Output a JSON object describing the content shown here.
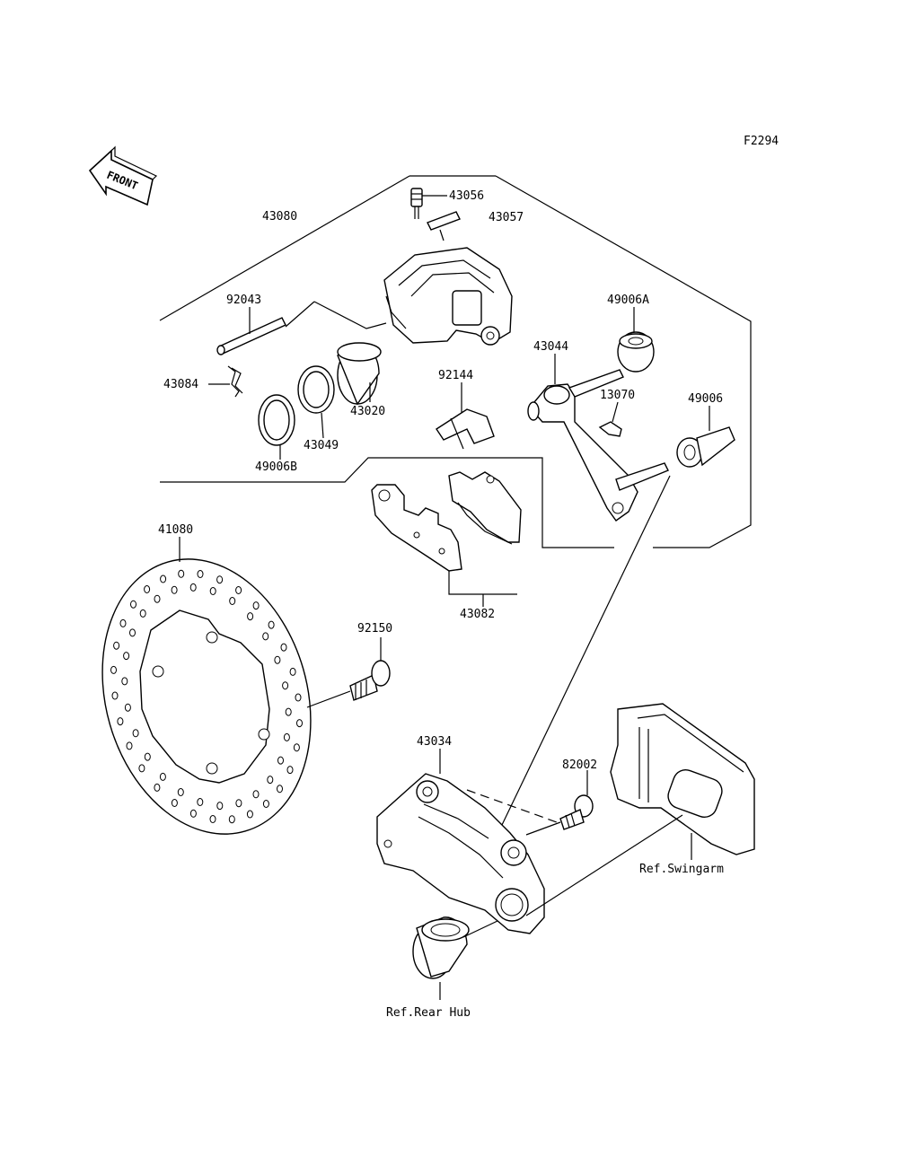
{
  "figure_code": "F2294",
  "front_badge": "FRONT",
  "parts": {
    "p43080": "43080",
    "p43056": "43056",
    "p43057": "43057",
    "p92043": "92043",
    "p43084": "43084",
    "p43020": "43020",
    "p43049": "43049",
    "p49006B": "49006B",
    "p92144": "92144",
    "p49006A": "49006A",
    "p43044": "43044",
    "p13070": "13070",
    "p49006": "49006",
    "p41080": "41080",
    "p43082": "43082",
    "p92150": "92150",
    "p43034": "43034",
    "p82002": "82002"
  },
  "refs": {
    "swingarm": "Ref.Swingarm",
    "rear_hub": "Ref.Rear Hub"
  }
}
